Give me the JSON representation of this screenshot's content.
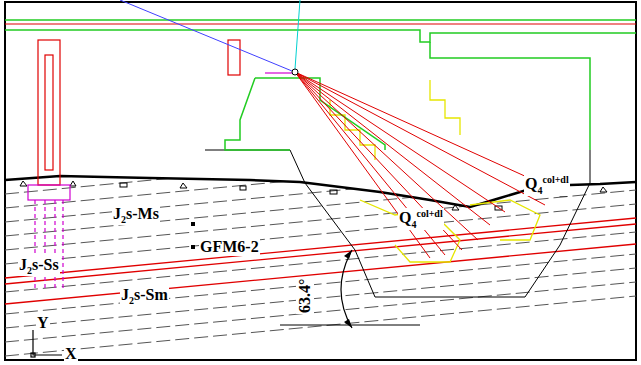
{
  "diagram": {
    "labels": [
      "J2s-Ms",
      "GFM6-2",
      "J2s-Ss",
      "J2s-Sm",
      "Q4col+dl",
      "Q4col+dl",
      "63.4°",
      "Y",
      "X"
    ]
  }
}
